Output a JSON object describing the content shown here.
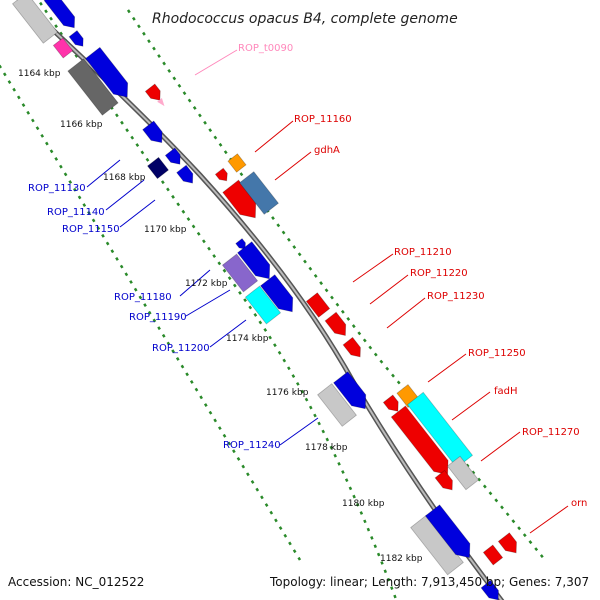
{
  "title": "Rhodococcus opacus B4, complete genome",
  "footer": {
    "accession": "Accession: NC_012522",
    "stats": "Topology: linear; Length: 7,913,450 bp; Genes: 7,307"
  },
  "colors": {
    "red": "#ee0000",
    "blue": "#0000dd",
    "navy": "#000066",
    "gray": "#c8c8c8",
    "darkgray": "#666666",
    "cyan": "#00ffff",
    "purple": "#8866cc",
    "steel": "#4477aa",
    "orange": "#ff9900",
    "pink": "#ff33aa",
    "lightpink": "#ffaacc",
    "green": "#228822"
  },
  "ticks": [
    "1164 kbp",
    "1166 kbp",
    "1168 kbp",
    "1170 kbp",
    "1172 kbp",
    "1174 kbp",
    "1176 kbp",
    "1178 kbp",
    "1180 kbp",
    "1182 kbp"
  ],
  "labels": {
    "ROP_t0090": "ROP_t0090",
    "ROP_11160": "ROP_11160",
    "gdhA": "gdhA",
    "ROP_11130": "ROP_11130",
    "ROP_11140": "ROP_11140",
    "ROP_11150": "ROP_11150",
    "ROP_11210": "ROP_11210",
    "ROP_11220": "ROP_11220",
    "ROP_11230": "ROP_11230",
    "ROP_11180": "ROP_11180",
    "ROP_11190": "ROP_11190",
    "ROP_11200": "ROP_11200",
    "ROP_11250": "ROP_11250",
    "fadH": "fadH",
    "ROP_11270": "ROP_11270",
    "ROP_11240": "ROP_11240",
    "orn": "orn"
  }
}
